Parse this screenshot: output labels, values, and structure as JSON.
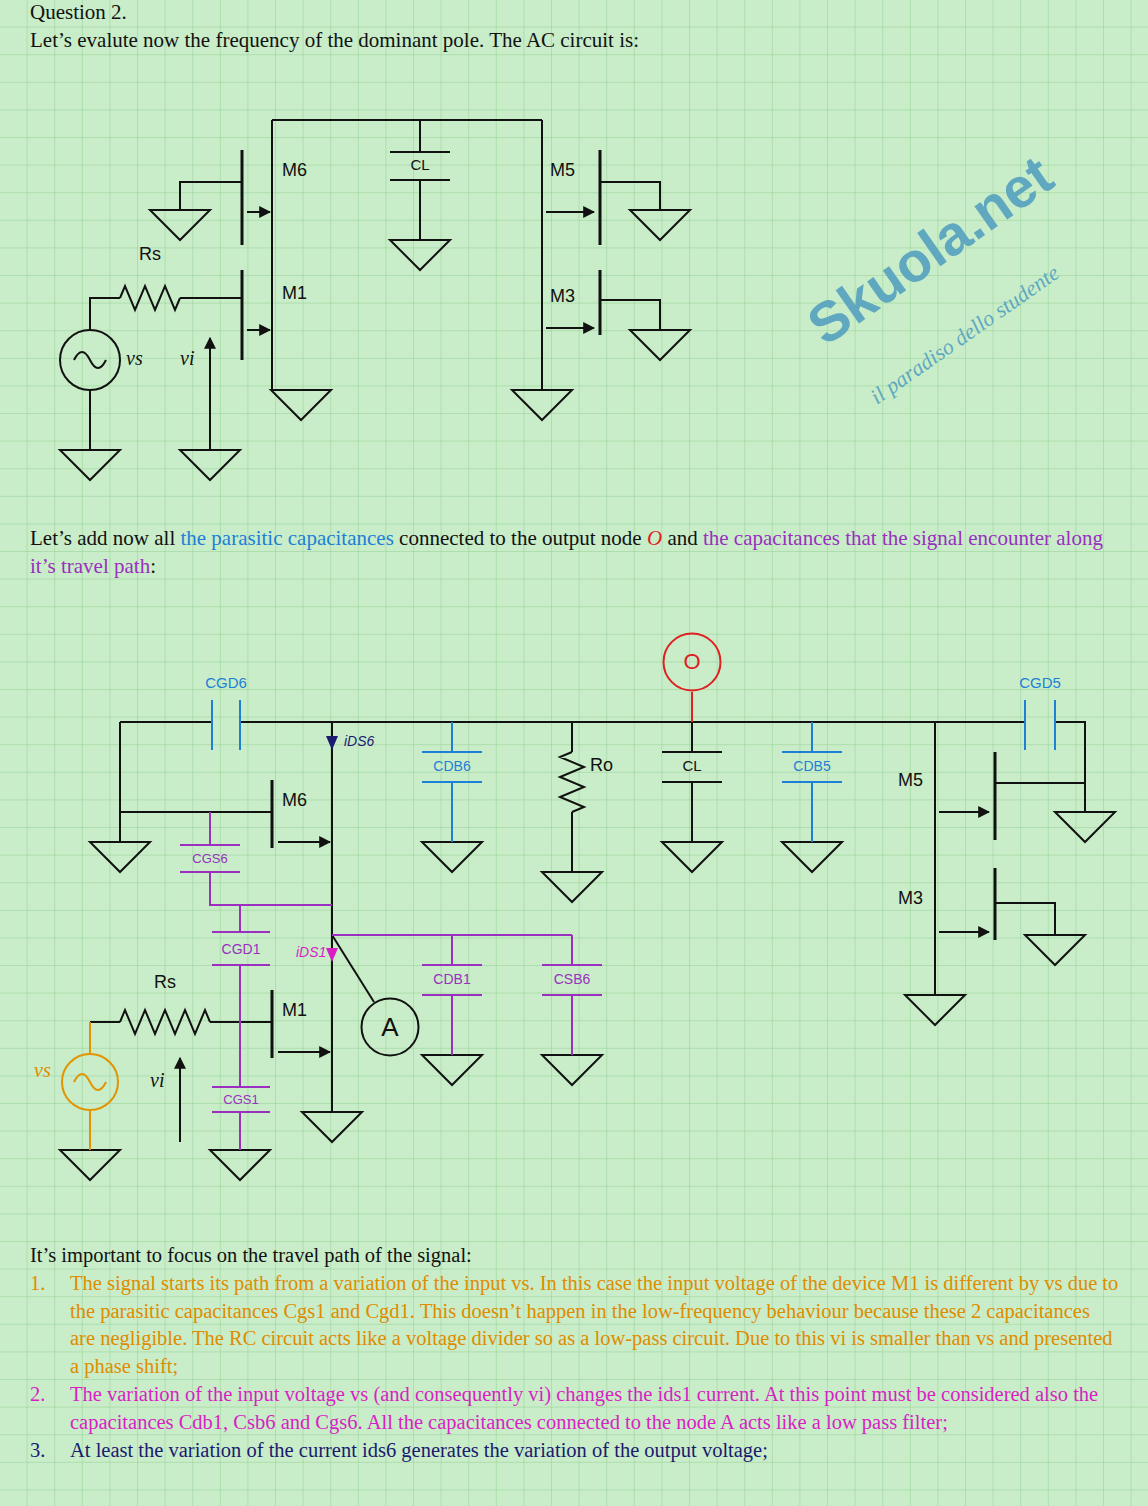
{
  "diagram": {
    "title": "Question 2.",
    "nodes": [
      {
        "text": [
          "O"
        ]
      },
      {
        "text": [
          "A"
        ]
      }
    ],
    "labels": [
      "Let’s evalute now the frequency of the dominant pole. The AC circuit is:",
      "M6",
      "CL",
      "M5",
      "Rs",
      "M1",
      "M3",
      "vs",
      "vi",
      "Skuola.net",
      "il paradiso dello studente",
      "Let’s add now all",
      "the parasitic capacitances",
      "connected to the output node",
      "O",
      "and",
      "the capacitances that the signal encounter along it’s travel path",
      ":",
      "CGD6",
      "CGD5",
      "iDS6",
      "CDB6",
      "Ro",
      "CL",
      "CDB5",
      "M6",
      "M5",
      "CGS6",
      "M3",
      "CGD1",
      "iDS1",
      "CDB1",
      "CSB6",
      "Rs",
      "M1",
      "vs",
      "vi",
      "CGS1",
      "It’s important to focus on the travel path of the signal:",
      "1.",
      "The signal starts its path from a variation of the input vs. In this case the input voltage of the device M1 is different by vs due to the parasitic capacitances Cgs1 and Cgd1. This doesn’t happen in the low-frequency behaviour because these 2 capacitances are negligible. The RC circuit acts like a voltage divider so as a low-pass circuit. Due to this vi is smaller than vs and presented a phase shift;",
      "2.",
      "The variation of the input voltage vs (and consequently vi) changes the ids1 current. At this point must be considered also the capacitances Cdb1, Csb6 and Cgs6. All the capacitances connected to the node A acts like a low pass filter;",
      "3.",
      "At least the variation of the current ids6 generates the variation of the output voltage;"
    ]
  }
}
